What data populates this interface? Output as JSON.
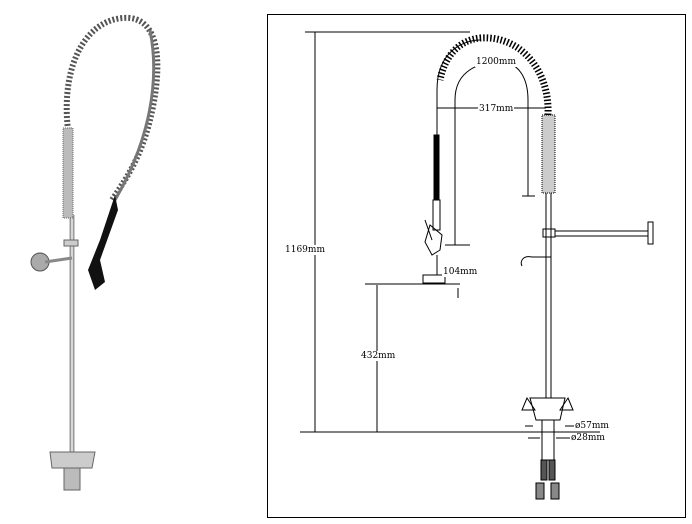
{
  "dimensions": {
    "hose_length": "1200mm",
    "reach": "317mm",
    "total_height": "1169mm",
    "sprayer_height": "104mm",
    "spray_clearance": "432mm",
    "base_diameter": "ø57mm",
    "shank_diameter": "ø28mm"
  }
}
